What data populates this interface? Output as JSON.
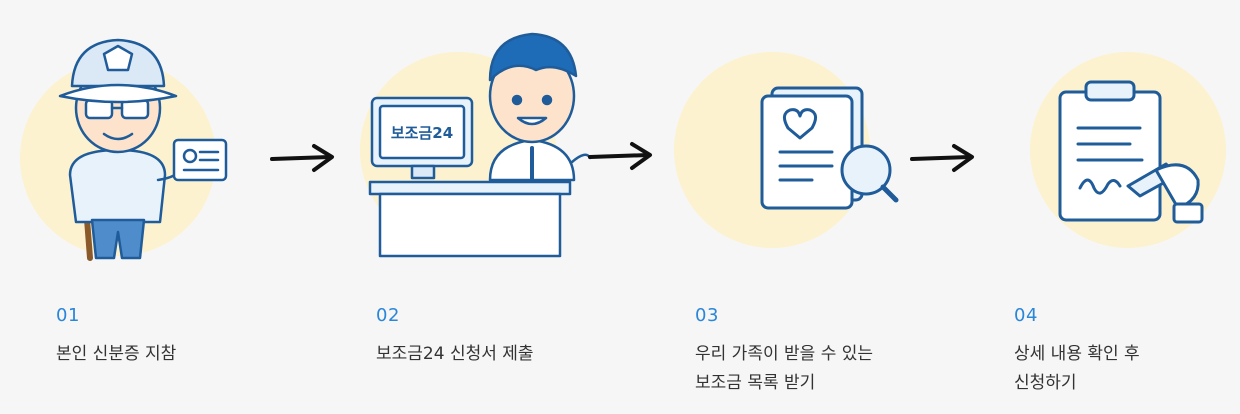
{
  "steps": [
    {
      "number": "01",
      "text": "본인 신분증 지참"
    },
    {
      "number": "02",
      "text": "보조금24 신청서 제출"
    },
    {
      "number": "03",
      "text": "우리 가족이 받을 수 있는\n보조금 목록 받기"
    },
    {
      "number": "04",
      "text": "상세 내용 확인 후\n신청하기"
    }
  ],
  "monitor_screen_text": "보조금24",
  "colors": {
    "accent_blue": "#2a86d8",
    "line_blue": "#1f5c99",
    "blob_yellow": "#fcf2cf",
    "background": "#f6f6f6"
  },
  "icons": [
    "elderly-person-with-id-card-icon",
    "clerk-at-desk-icon",
    "document-magnifier-icon",
    "clipboard-signing-icon",
    "arrow-right-icon"
  ]
}
